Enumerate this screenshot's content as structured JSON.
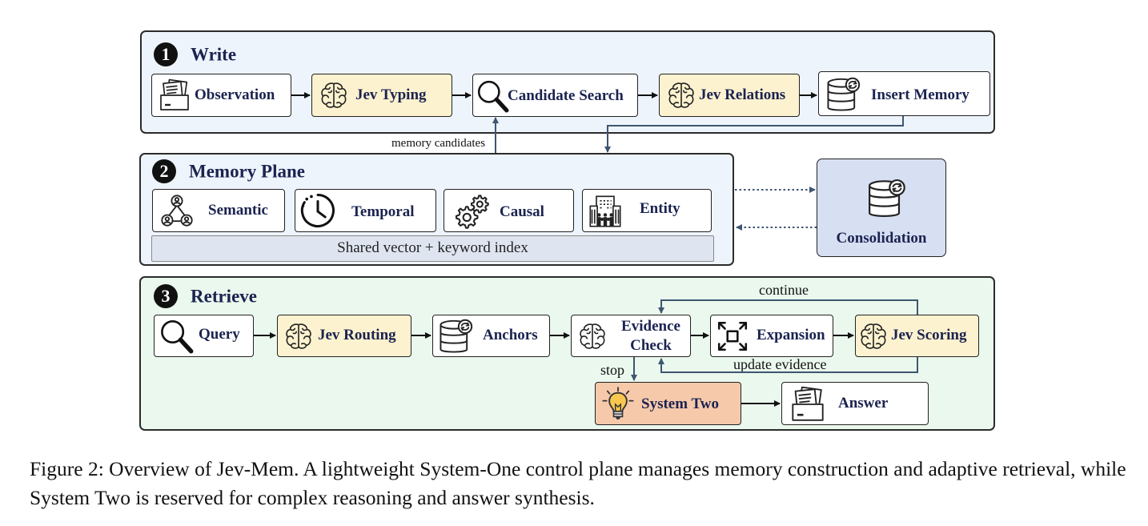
{
  "sections": {
    "write": {
      "number": "1",
      "title": "Write"
    },
    "memory": {
      "number": "2",
      "title": "Memory Plane"
    },
    "retrieve": {
      "number": "3",
      "title": "Retrieve"
    }
  },
  "write_nodes": {
    "observation": "Observation",
    "jev_typing": "Jev Typing",
    "candidate_search": "Candidate Search",
    "jev_relations": "Jev Relations",
    "insert_memory": "Insert Memory"
  },
  "memory_nodes": {
    "semantic": "Semantic",
    "temporal": "Temporal",
    "causal": "Causal",
    "entity": "Entity",
    "shared_index": "Shared vector + keyword index",
    "consolidation": "Consolidation"
  },
  "retrieve_nodes": {
    "query": "Query",
    "jev_routing": "Jev Routing",
    "anchors": "Anchors",
    "evidence_check_line1": "Evidence",
    "evidence_check_line2": "Check",
    "expansion": "Expansion",
    "jev_scoring": "Jev Scoring",
    "system_two": "System Two",
    "answer": "Answer"
  },
  "edge_labels": {
    "memory_candidates": "memory candidates",
    "continue": "continue",
    "update_evidence": "update evidence",
    "stop": "stop"
  },
  "icons": {
    "observation": "document-tray-icon",
    "jev_typing": "brain-icon",
    "candidate_search": "magnifier-icon",
    "jev_relations": "brain-icon",
    "insert_memory": "database-sync-icon",
    "semantic": "network-people-icon",
    "temporal": "clock-icon",
    "causal": "gears-icon",
    "entity": "building-icon",
    "consolidation": "database-sync-icon",
    "query": "magnifier-icon",
    "jev_routing": "brain-icon",
    "anchors": "database-sync-icon",
    "evidence_check": "brain-icon",
    "expansion": "expand-arrows-icon",
    "jev_scoring": "brain-icon",
    "system_two": "lightbulb-icon",
    "answer": "document-tray-icon"
  },
  "colors": {
    "panel_blue": "#eef4fc",
    "panel_green": "#ebf8ee",
    "jev_yellow": "#fdf2cf",
    "system_two_orange": "#f6c9ab",
    "consolidation_blue": "#d7e0f3",
    "title_navy": "#1b2350",
    "arrow_slate": "#3d5670"
  },
  "caption": "Figure 2: Overview of Jev-Mem. A lightweight System-One control plane manages memory construction and adaptive retrieval, while System Two is reserved for complex reasoning and answer synthesis."
}
